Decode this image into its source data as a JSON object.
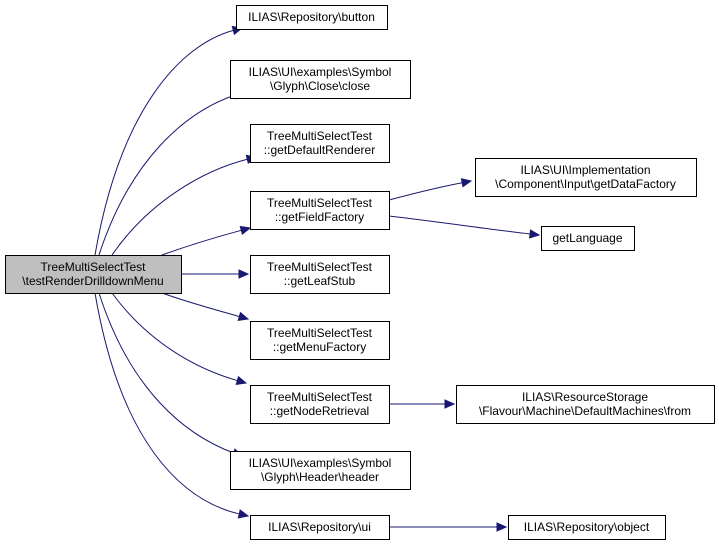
{
  "colors": {
    "edge": "#191970",
    "root_fill": "#bfbfbf",
    "node_fill": "#ffffff",
    "border": "#000000"
  },
  "nodes": [
    {
      "id": "root",
      "lines": [
        "TreeMultiSelectTest",
        "\\testRenderDrilldownMenu"
      ]
    },
    {
      "id": "repo-button",
      "lines": [
        "ILIAS\\Repository\\button"
      ]
    },
    {
      "id": "glyph-close",
      "lines": [
        "ILIAS\\UI\\examples\\Symbol",
        "\\Glyph\\Close\\close"
      ]
    },
    {
      "id": "get-default-renderer",
      "lines": [
        "TreeMultiSelectTest",
        "::getDefaultRenderer"
      ]
    },
    {
      "id": "get-field-factory",
      "lines": [
        "TreeMultiSelectTest",
        "::getFieldFactory"
      ]
    },
    {
      "id": "get-data-factory",
      "lines": [
        "ILIAS\\UI\\Implementation",
        "\\Component\\Input\\getDataFactory"
      ]
    },
    {
      "id": "get-language",
      "lines": [
        "getLanguage"
      ]
    },
    {
      "id": "get-leaf-stub",
      "lines": [
        "TreeMultiSelectTest",
        "::getLeafStub"
      ]
    },
    {
      "id": "get-menu-factory",
      "lines": [
        "TreeMultiSelectTest",
        "::getMenuFactory"
      ]
    },
    {
      "id": "get-node-retrieval",
      "lines": [
        "TreeMultiSelectTest",
        "::getNodeRetrieval"
      ]
    },
    {
      "id": "default-machines-from",
      "lines": [
        "ILIAS\\ResourceStorage",
        "\\Flavour\\Machine\\DefaultMachines\\from"
      ]
    },
    {
      "id": "glyph-header",
      "lines": [
        "ILIAS\\UI\\examples\\Symbol",
        "\\Glyph\\Header\\header"
      ]
    },
    {
      "id": "repo-ui",
      "lines": [
        "ILIAS\\Repository\\ui"
      ]
    },
    {
      "id": "repo-object",
      "lines": [
        "ILIAS\\Repository\\object"
      ]
    }
  ],
  "edges": [
    {
      "from": "root",
      "to": "repo-button"
    },
    {
      "from": "root",
      "to": "glyph-close"
    },
    {
      "from": "root",
      "to": "get-default-renderer"
    },
    {
      "from": "root",
      "to": "get-field-factory"
    },
    {
      "from": "root",
      "to": "get-leaf-stub"
    },
    {
      "from": "root",
      "to": "get-menu-factory"
    },
    {
      "from": "root",
      "to": "get-node-retrieval"
    },
    {
      "from": "root",
      "to": "glyph-header"
    },
    {
      "from": "root",
      "to": "repo-ui"
    },
    {
      "from": "get-field-factory",
      "to": "get-data-factory"
    },
    {
      "from": "get-field-factory",
      "to": "get-language"
    },
    {
      "from": "get-node-retrieval",
      "to": "default-machines-from"
    },
    {
      "from": "repo-ui",
      "to": "repo-object"
    }
  ]
}
